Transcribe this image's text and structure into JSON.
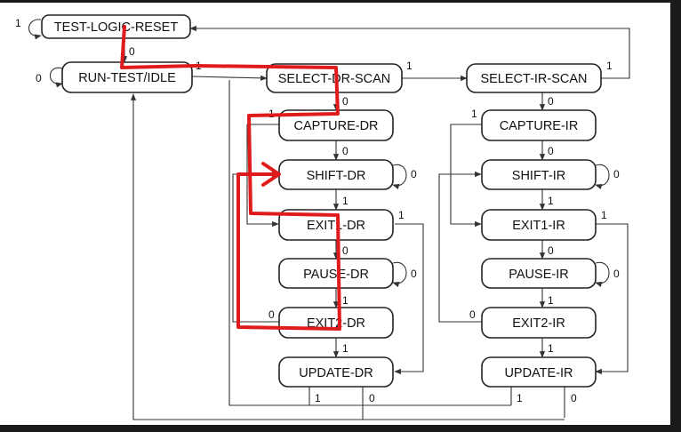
{
  "diagram": {
    "states": {
      "test_logic_reset": "TEST-LOGIC-RESET",
      "run_test_idle": "RUN-TEST/IDLE",
      "select_dr_scan": "SELECT-DR-SCAN",
      "select_ir_scan": "SELECT-IR-SCAN",
      "capture_dr": "CAPTURE-DR",
      "capture_ir": "CAPTURE-IR",
      "shift_dr": "SHIFT-DR",
      "shift_ir": "SHIFT-IR",
      "exit1_dr": "EXIT1-DR",
      "exit1_ir": "EXIT1-IR",
      "pause_dr": "PAUSE-DR",
      "pause_ir": "PAUSE-IR",
      "exit2_dr": "EXIT2-DR",
      "exit2_ir": "EXIT2-IR",
      "update_dr": "UPDATE-DR",
      "update_ir": "UPDATE-IR"
    },
    "edge_labels": {
      "one": "1",
      "zero": "0"
    },
    "colors": {
      "annotation_path": "#e01b1b",
      "line": "#333333",
      "frame": "#1a1a1a"
    }
  }
}
